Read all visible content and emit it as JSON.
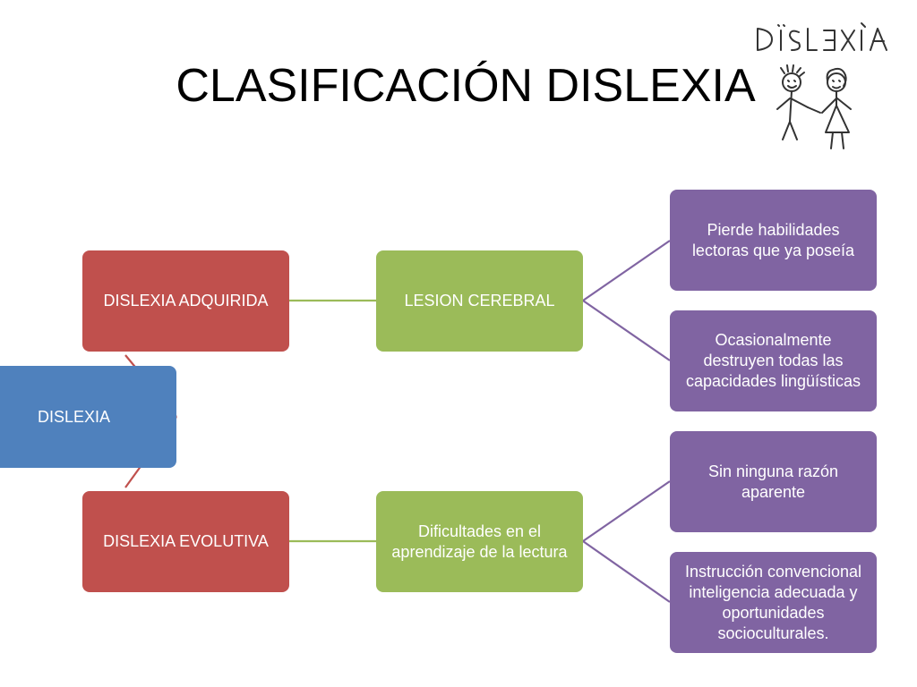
{
  "slide": {
    "title": "CLASIFICACIÓN DISLEXIA"
  },
  "drawing": {
    "handwritten_text": "DISLEXIA",
    "description_icon": "child-drawing-icon"
  },
  "colors": {
    "blue": "#4f81bd",
    "red": "#c0504d",
    "green": "#9bbb59",
    "purple": "#8064a2",
    "red_line": "#c0504d",
    "green_line": "#9bbb59",
    "purple_line": "#8064a2"
  },
  "diagram": {
    "root": "DISLEXIA",
    "level1": [
      "DISLEXIA ADQUIRIDA",
      "DISLEXIA EVOLUTIVA"
    ],
    "level2": [
      "LESION CEREBRAL",
      "Dificultades en el\naprendizaje de la lectura"
    ],
    "level3": [
      "Pierde habilidades\nlectoras que ya poseía",
      "Ocasionalmente\ndestruyen todas las\ncapacidades lingüísticas",
      "Sin ninguna razón\naparente",
      "Instrucción convencional\ninteligencia adecuada y\noportunidades\nsocioculturales."
    ]
  }
}
